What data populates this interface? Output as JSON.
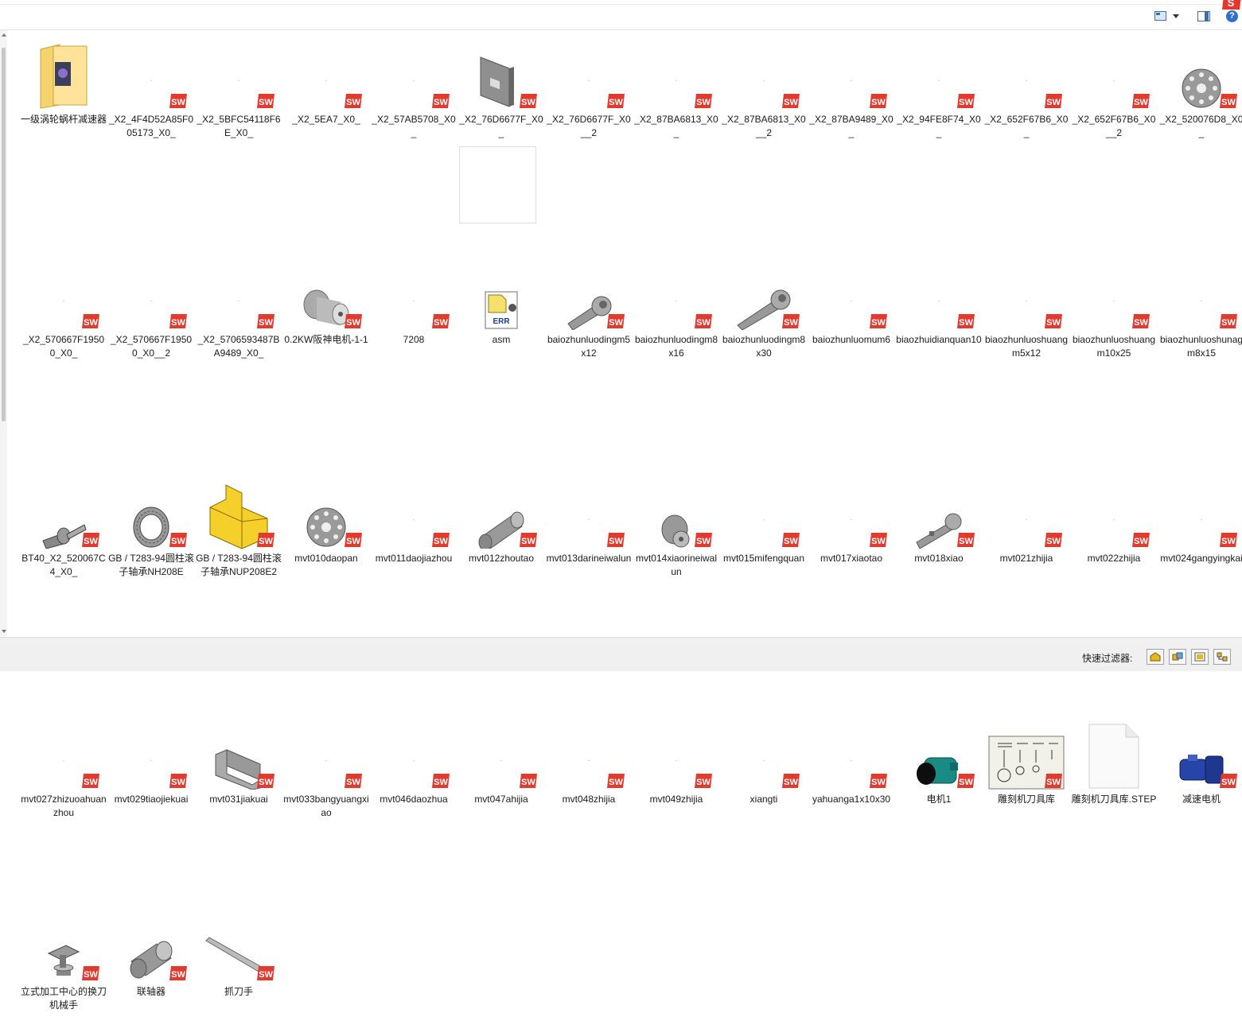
{
  "toolbar": {
    "view_icon": "view-mode-icon",
    "dropdown_icon": "chevron-down-icon",
    "pane_icon": "task-pane-icon",
    "help_label": "?"
  },
  "items": [
    {
      "label": "一级涡轮蜗杆减速器",
      "kind": "folder",
      "sw": false
    },
    {
      "label": "_X2_4F4D52A85F005173_X0_",
      "kind": "part-blank",
      "sw": true
    },
    {
      "label": "_X2_5BFC54118F6E_X0_",
      "kind": "part-blank",
      "sw": true
    },
    {
      "label": "_X2_5EA7_X0_",
      "kind": "part-blank",
      "sw": true
    },
    {
      "label": "_X2_57AB5708_X0_",
      "kind": "part-blank",
      "sw": true
    },
    {
      "label": "_X2_76D6677F_X0_",
      "kind": "plate",
      "sw": true
    },
    {
      "label": "_X2_76D6677F_X0__2",
      "kind": "part-blank",
      "sw": true
    },
    {
      "label": "_X2_87BA6813_X0_",
      "kind": "part-blank",
      "sw": true
    },
    {
      "label": "_X2_87BA6813_X0__2",
      "kind": "part-blank",
      "sw": true
    },
    {
      "label": "_X2_87BA9489_X0_",
      "kind": "part-blank",
      "sw": true
    },
    {
      "label": "_X2_94FE8F74_X0_",
      "kind": "part-blank",
      "sw": true
    },
    {
      "label": "_X2_652F67B6_X0_",
      "kind": "part-blank",
      "sw": true
    },
    {
      "label": "_X2_652F67B6_X0__2",
      "kind": "part-blank",
      "sw": true
    },
    {
      "label": "_X2_520076D8_X0_",
      "kind": "disc",
      "sw": true
    },
    {
      "label": "_X2_570667F19500_X0_",
      "kind": "part-blank",
      "sw": true
    },
    {
      "label": "_X2_570667F19500_X0__2",
      "kind": "part-blank",
      "sw": true
    },
    {
      "label": "_X2_5706593487BA9489_X0_",
      "kind": "part-blank",
      "sw": true
    },
    {
      "label": "0.2KW阪神电机-1-1",
      "kind": "motor-gray",
      "sw": true
    },
    {
      "label": "7208",
      "kind": "part-blank",
      "sw": true
    },
    {
      "label": "asm",
      "kind": "err",
      "sw": false
    },
    {
      "label": "baiozhunluodingm5x12",
      "kind": "bolt",
      "sw": true
    },
    {
      "label": "baiozhunluodingm8x16",
      "kind": "part-blank",
      "sw": true
    },
    {
      "label": "baiozhunluodingm8x30",
      "kind": "bolt-long",
      "sw": true
    },
    {
      "label": "baiozhunluomum6",
      "kind": "part-blank",
      "sw": true
    },
    {
      "label": "biaozhuidianquan10",
      "kind": "part-blank",
      "sw": true
    },
    {
      "label": "biaozhunluoshuangm5x12",
      "kind": "part-blank",
      "sw": true
    },
    {
      "label": "biaozhunluoshuangm10x25",
      "kind": "part-blank",
      "sw": true
    },
    {
      "label": "biaozhunluoshunagm8x15",
      "kind": "part-blank",
      "sw": true
    },
    {
      "label": "BT40_X2_520067C4_X0_",
      "kind": "spindle",
      "sw": true
    },
    {
      "label": "GB / T283-94圆柱滚子轴承NH208E",
      "kind": "bearing",
      "sw": true
    },
    {
      "label": "GB / T283-94圆柱滚子轴承NUP208E2",
      "kind": "yellow-block",
      "sw": true
    },
    {
      "label": "mvt010daopan",
      "kind": "disc",
      "sw": true
    },
    {
      "label": "mvt011daojiazhou",
      "kind": "part-blank",
      "sw": true
    },
    {
      "label": "mvt012zhoutao",
      "kind": "sleeve",
      "sw": true
    },
    {
      "label": "mvt013darineiwalun",
      "kind": "part-blank",
      "sw": true
    },
    {
      "label": "mvt014xiaorineiwalun",
      "kind": "gear-small",
      "sw": true
    },
    {
      "label": "mvt015mifengquan",
      "kind": "part-blank",
      "sw": true
    },
    {
      "label": "mvt017xiaotao",
      "kind": "part-blank",
      "sw": true
    },
    {
      "label": "mvt018xiao",
      "kind": "shaft",
      "sw": true
    },
    {
      "label": "mvt021zhijia",
      "kind": "part-blank",
      "sw": true
    },
    {
      "label": "mvt022zhijia",
      "kind": "part-blank",
      "sw": true
    },
    {
      "label": "mvt024gangyingkai",
      "kind": "part-blank",
      "sw": true
    },
    {
      "label": "mvt027zhizuoahuanzhou",
      "kind": "part-blank",
      "sw": true
    },
    {
      "label": "mvt029tiaojiekuai",
      "kind": "part-blank",
      "sw": true
    },
    {
      "label": "mvt031jiakuai",
      "kind": "bracket",
      "sw": true
    },
    {
      "label": "mvt033bangyuangxiao",
      "kind": "part-blank",
      "sw": true
    },
    {
      "label": "mvt046daozhua",
      "kind": "part-blank",
      "sw": true
    },
    {
      "label": "mvt047ahijia",
      "kind": "part-blank",
      "sw": true
    },
    {
      "label": "mvt048zhijia",
      "kind": "part-blank",
      "sw": true
    },
    {
      "label": "mvt049zhijia",
      "kind": "part-blank",
      "sw": true
    },
    {
      "label": "xiangti",
      "kind": "part-blank",
      "sw": true
    },
    {
      "label": "yahuanga1x10x30",
      "kind": "part-blank",
      "sw": true
    },
    {
      "label": "电机1",
      "kind": "motor-teal",
      "sw": true
    },
    {
      "label": "雕刻机刀具库",
      "kind": "drawing",
      "sw": true
    },
    {
      "label": "雕刻机刀具库.STEP",
      "kind": "blank-file",
      "sw": false
    },
    {
      "label": "减速电机",
      "kind": "motor-blue",
      "sw": true
    },
    {
      "label": "立式加工中心的换刀机械手",
      "kind": "arm",
      "sw": true
    },
    {
      "label": "联轴器",
      "kind": "cylinder",
      "sw": true
    },
    {
      "label": "抓刀手",
      "kind": "rod",
      "sw": true
    }
  ],
  "statusbar": {
    "quick_filter_label": "快速过滤器:",
    "filters": [
      "filter-parts-icon",
      "filter-assemblies-icon",
      "filter-drawings-icon",
      "filter-top-level-icon"
    ]
  }
}
